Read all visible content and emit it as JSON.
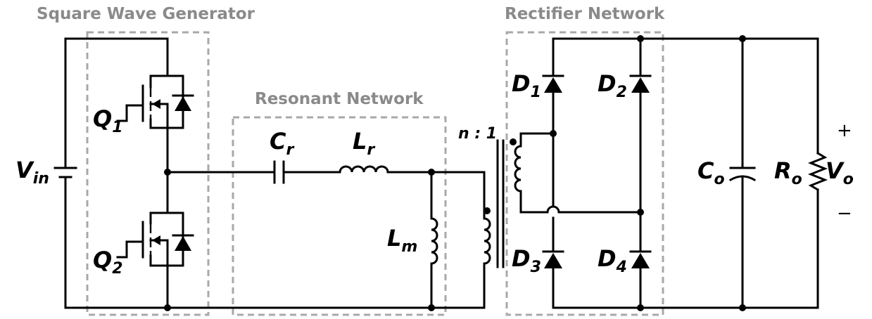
{
  "sections": {
    "square_wave": "Square Wave Generator",
    "resonant": "Resonant Network",
    "rectifier": "Rectifier Network"
  },
  "components": {
    "vin": {
      "main": "V",
      "sub": "in"
    },
    "q1": {
      "main": "Q",
      "sub": "1"
    },
    "q2": {
      "main": "Q",
      "sub": "2"
    },
    "cr": {
      "main": "C",
      "sub": "r"
    },
    "lr": {
      "main": "L",
      "sub": "r"
    },
    "lm": {
      "main": "L",
      "sub": "m"
    },
    "d1": {
      "main": "D",
      "sub": "1"
    },
    "d2": {
      "main": "D",
      "sub": "2"
    },
    "d3": {
      "main": "D",
      "sub": "3"
    },
    "d4": {
      "main": "D",
      "sub": "4"
    },
    "co": {
      "main": "C",
      "sub": "o"
    },
    "ro": {
      "main": "R",
      "sub": "o"
    },
    "vo": {
      "main": "V",
      "sub": "o"
    }
  },
  "transformer_ratio": "n : 1",
  "polarity": {
    "plus": "+",
    "minus": "−"
  }
}
